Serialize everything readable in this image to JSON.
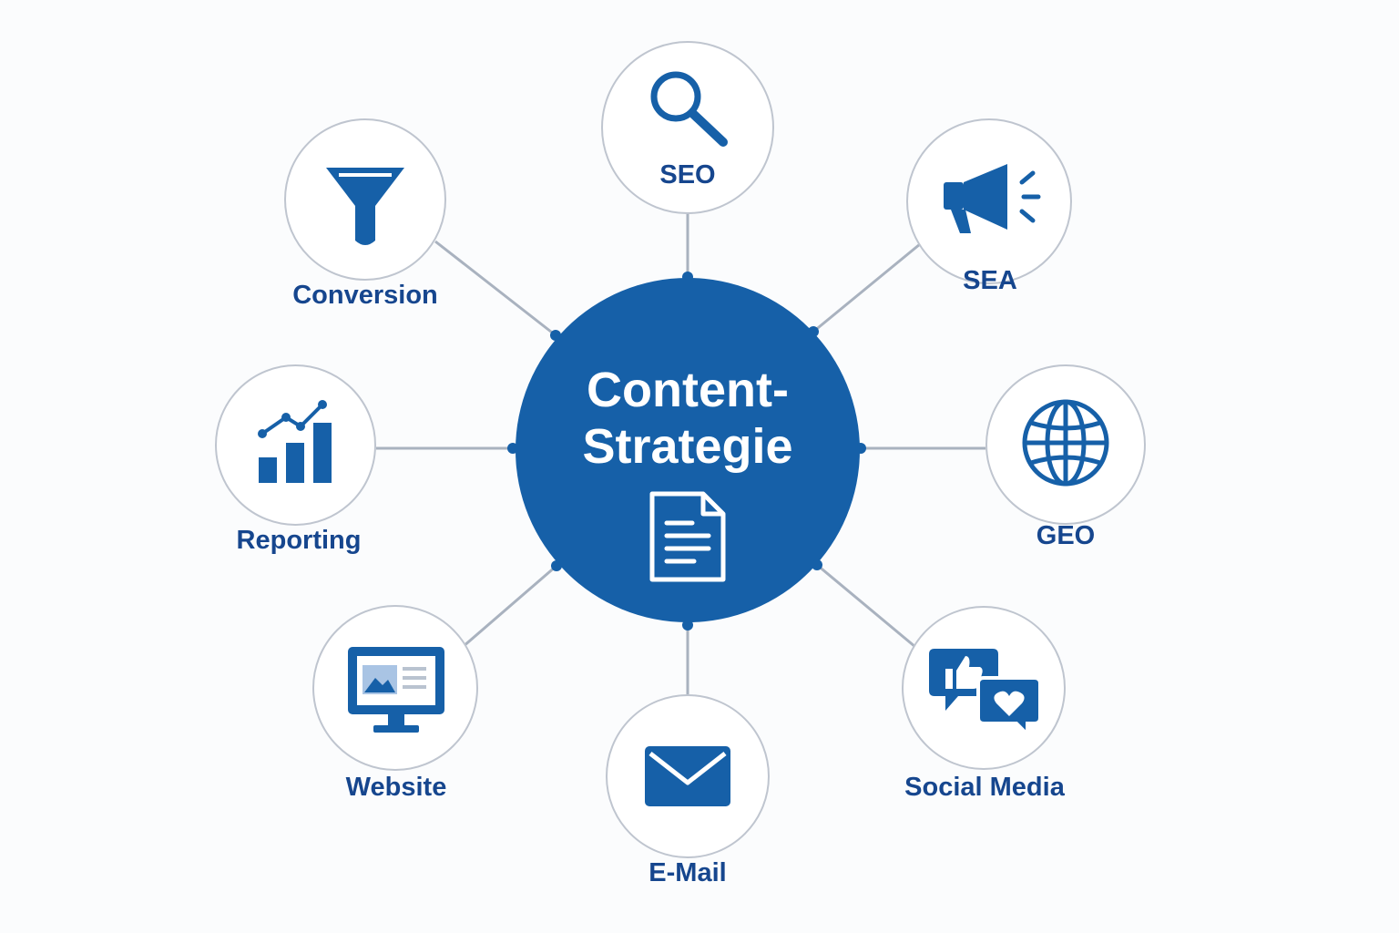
{
  "center": {
    "title_line1": "Content-",
    "title_line2": "Strategie",
    "icon": "document-icon"
  },
  "nodes": {
    "seo": {
      "label": "SEO",
      "icon": "search-icon"
    },
    "sea": {
      "label": "SEA",
      "icon": "megaphone-icon"
    },
    "geo": {
      "label": "GEO",
      "icon": "globe-icon"
    },
    "social_media": {
      "label": "Social Media",
      "icon": "social-chat-icon"
    },
    "email": {
      "label": "E-Mail",
      "icon": "envelope-icon"
    },
    "website": {
      "label": "Website",
      "icon": "monitor-icon"
    },
    "reporting": {
      "label": "Reporting",
      "icon": "bar-chart-icon"
    },
    "conversion": {
      "label": "Conversion",
      "icon": "funnel-icon"
    }
  },
  "colors": {
    "primary": "#1660a8",
    "label": "#16468e",
    "ring": "#bfc5cf",
    "connector": "#a9b2bf"
  }
}
